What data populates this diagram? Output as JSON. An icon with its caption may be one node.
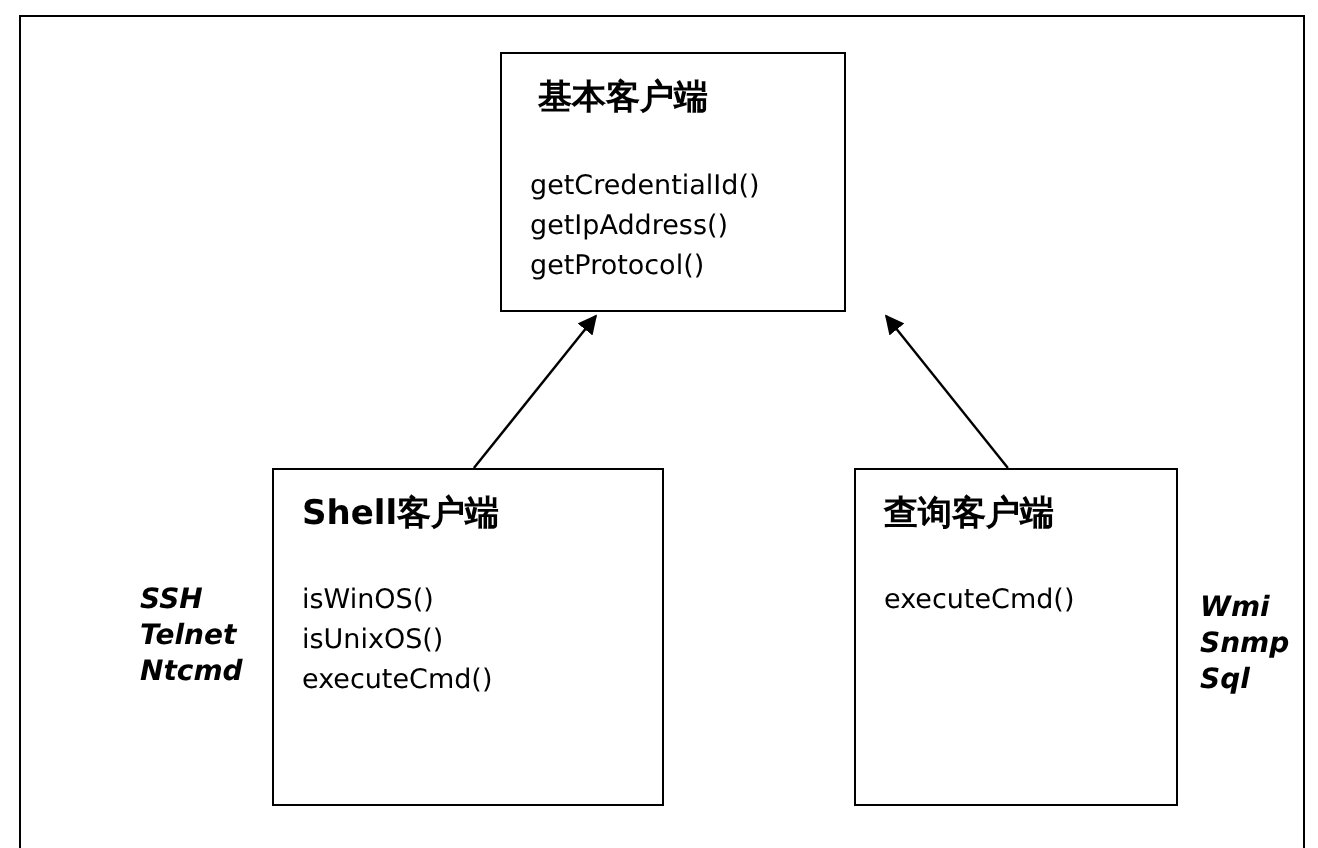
{
  "diagram": {
    "nodes": [
      {
        "text": [
          "基本客户端",
          "getCredentialId()",
          "getIpAddress()",
          "getProtocol()"
        ]
      },
      {
        "text": [
          "Shell客户端",
          "isWinOS()",
          "isUnixOS()",
          "executeCmd()"
        ],
        "beside": [
          "SSH",
          "Telnet",
          "Ntcmd"
        ]
      },
      {
        "text": [
          "查询客户端",
          "executeCmd()"
        ],
        "beside": [
          "Wmi",
          "Snmp",
          "Sql"
        ]
      }
    ],
    "edges": [
      {
        "from": 1,
        "to": 0,
        "arrow": "to"
      },
      {
        "from": 2,
        "to": 0,
        "arrow": "to"
      }
    ]
  }
}
